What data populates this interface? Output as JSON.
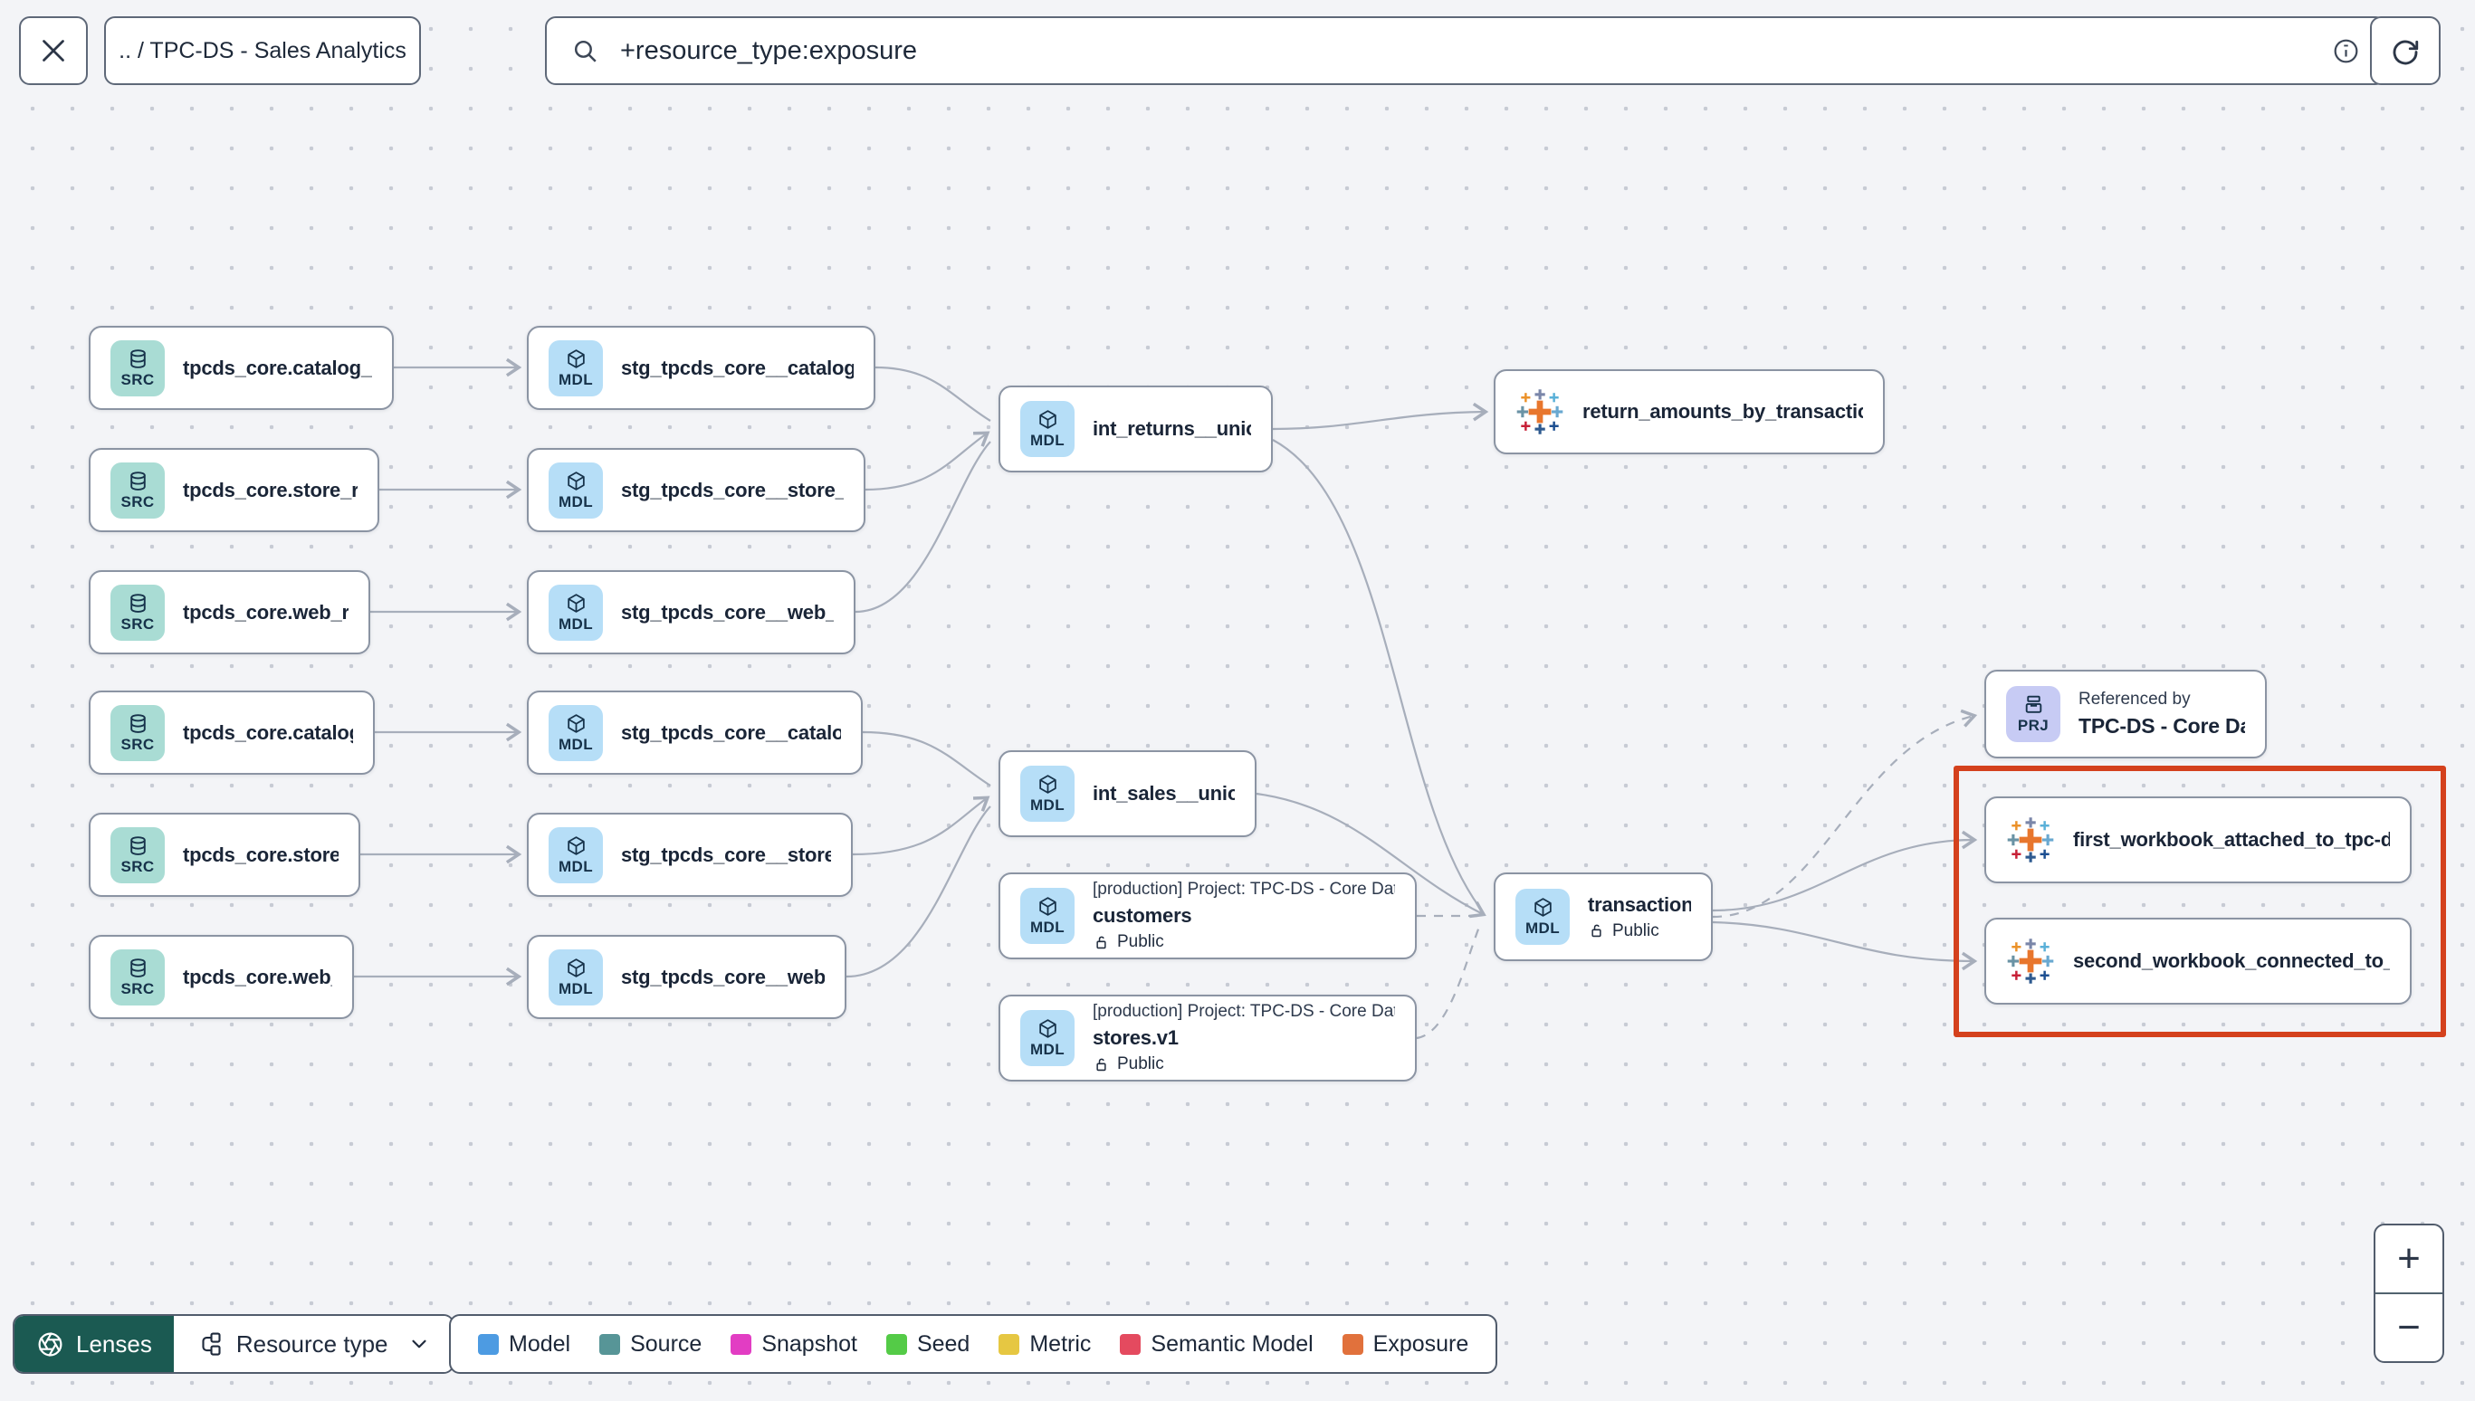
{
  "header": {
    "breadcrumb": ".. / TPC-DS - Sales Analytics",
    "search_value": "+resource_type:exposure"
  },
  "graph": {
    "nodes": [
      {
        "badge": "SRC",
        "label": "tpcds_core.catalog_returns"
      },
      {
        "badge": "SRC",
        "label": "tpcds_core.store_returns"
      },
      {
        "badge": "SRC",
        "label": "tpcds_core.web_returns"
      },
      {
        "badge": "SRC",
        "label": "tpcds_core.catalog_sales"
      },
      {
        "badge": "SRC",
        "label": "tpcds_core.store_sales"
      },
      {
        "badge": "SRC",
        "label": "tpcds_core.web_sales"
      },
      {
        "badge": "MDL",
        "label": "stg_tpcds_core__catalog_returns"
      },
      {
        "badge": "MDL",
        "label": "stg_tpcds_core__store_returns"
      },
      {
        "badge": "MDL",
        "label": "stg_tpcds_core__web_returns"
      },
      {
        "badge": "MDL",
        "label": "stg_tpcds_core__catalog_sales"
      },
      {
        "badge": "MDL",
        "label": "stg_tpcds_core__store_sales"
      },
      {
        "badge": "MDL",
        "label": "stg_tpcds_core__web_sales"
      },
      {
        "badge": "MDL",
        "label": "int_returns__unioned"
      },
      {
        "badge": "MDL",
        "label": "int_sales__unioned"
      },
      {
        "badge": "MDL",
        "project": "[production] Project: TPC-DS - Core Data Mo…",
        "label": "customers",
        "access": "Public"
      },
      {
        "badge": "MDL",
        "project": "[production] Project: TPC-DS - Core Data Mo…",
        "label": "stores.v1",
        "access": "Public"
      },
      {
        "label": "return_amounts_by_transaction_type"
      },
      {
        "badge": "MDL",
        "label": "transactions",
        "access": "Public"
      },
      {
        "badge": "PRJ",
        "title": "Referenced by",
        "label": "TPC-DS - Core Data Models"
      },
      {
        "label": "first_workbook_attached_to_tpc-ds_-_…"
      },
      {
        "label": "second_workbook_connected_to_live…"
      }
    ]
  },
  "footer": {
    "lenses_label": "Lenses",
    "resource_type_label": "Resource type",
    "legend": [
      {
        "label": "Model",
        "color": "#4d9be2"
      },
      {
        "label": "Source",
        "color": "#579597"
      },
      {
        "label": "Snapshot",
        "color": "#e23dc3"
      },
      {
        "label": "Seed",
        "color": "#54cb47"
      },
      {
        "label": "Metric",
        "color": "#e6c742"
      },
      {
        "label": "Semantic Model",
        "color": "#e44a5f"
      },
      {
        "label": "Exposure",
        "color": "#e1713c"
      }
    ]
  },
  "zoom_controls": {
    "zoom_in": "+",
    "zoom_out": "−"
  },
  "colors": {
    "lenses_background": "#1b5a52",
    "highlight_border": "#d4411d",
    "source_badge": "#a9dcd4",
    "model_badge": "#b6def7",
    "project_badge": "#c7cbf4"
  },
  "icons": {
    "close": "x",
    "search": "magnifier",
    "info": "circle-i",
    "refresh": "circular-arrow",
    "lenses": "aperture",
    "resource_type": "nested-boxes",
    "chevron": "down",
    "lock": "open-padlock",
    "exposure": "tableau-mark",
    "source": "database",
    "model": "cube",
    "project": "archive"
  }
}
